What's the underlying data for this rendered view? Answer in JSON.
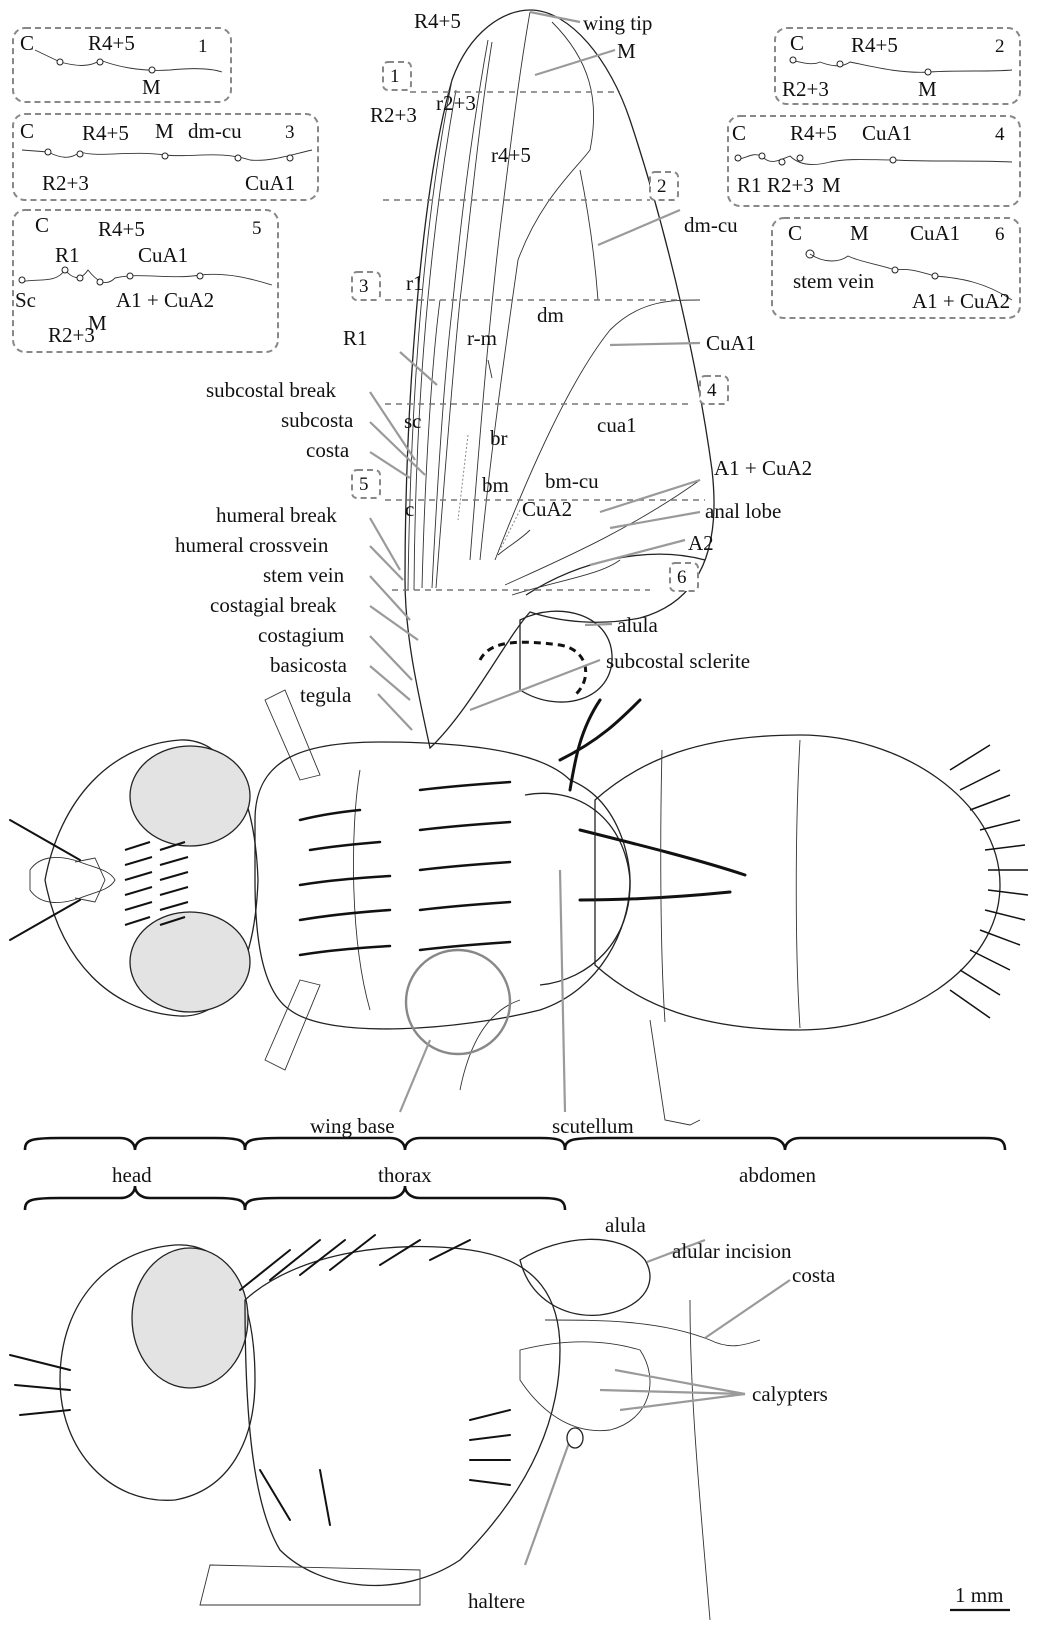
{
  "figure": {
    "wing_labels": {
      "r45_main": "R4+5",
      "wing_tip": "wing tip",
      "m_main": "M",
      "r23_main": "R2+3",
      "r23_cell": "r2+3",
      "r45_cell": "r4+5",
      "dm_cu": "dm-cu",
      "r1_cell": "r1",
      "dm_cell": "dm",
      "R1": "R1",
      "r_m": "r-m",
      "cua1_vein": "CuA1",
      "subcostal_break": "subcostal break",
      "subcosta": "subcosta",
      "costa": "costa",
      "sc_cell": "sc",
      "cua1_cell": "cua1",
      "br_cell": "br",
      "bm_cu": "bm-cu",
      "bm_cell": "bm",
      "c_cell": "c",
      "a1_cua2": "A1 + CuA2",
      "cua2": "CuA2",
      "anal_lobe": "anal lobe",
      "a2": "A2",
      "humeral_break": "humeral break",
      "humeral_crossvein": "humeral crossvein",
      "stem_vein": "stem vein",
      "costagial_break": "costagial break",
      "costagium": "costagium",
      "basicosta": "basicosta",
      "tegula": "tegula",
      "alula": "alula",
      "subcostal_sclerite": "subcostal sclerite",
      "wing_base": "wing base",
      "scutellum": "scutellum"
    },
    "section_numbers": [
      "1",
      "2",
      "3",
      "4",
      "5",
      "6"
    ],
    "sections": [
      {
        "number": "1",
        "labels": [
          "C",
          "R4+5",
          "M"
        ]
      },
      {
        "number": "2",
        "labels": [
          "C",
          "R4+5",
          "R2+3",
          "M"
        ]
      },
      {
        "number": "3",
        "labels": [
          "C",
          "R4+5",
          "M",
          "dm-cu",
          "R2+3",
          "CuA1"
        ]
      },
      {
        "number": "4",
        "labels": [
          "C",
          "R4+5",
          "CuA1",
          "R1",
          "R2+3",
          "M"
        ]
      },
      {
        "number": "5",
        "labels": [
          "C",
          "R4+5",
          "R1",
          "CuA1",
          "Sc",
          "A1 + CuA2",
          "M",
          "R2+3"
        ]
      },
      {
        "number": "6",
        "labels": [
          "C",
          "M",
          "CuA1",
          "stem vein",
          "A1 + CuA2"
        ]
      }
    ],
    "body_regions": [
      "head",
      "thorax",
      "abdomen"
    ],
    "lateral_labels": {
      "alula": "alula",
      "alular_incision": "alular incision",
      "costa": "costa",
      "calypters": "calypters",
      "haltere": "haltere"
    },
    "scale_bar": "1 mm",
    "colors": {
      "line": "#222222",
      "leader": "#9a9a9a",
      "eye_fill": "#e3e3e3",
      "box": "#888888"
    }
  }
}
